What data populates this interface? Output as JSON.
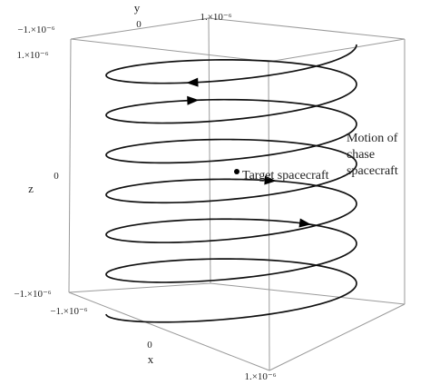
{
  "chart_data": {
    "type": "line",
    "projection": "3d",
    "title": "",
    "axes": {
      "x": {
        "label": "x",
        "ticks": [
          "−1.×10⁻⁶",
          "0",
          "1.×10⁻⁶"
        ],
        "range": [
          -1e-06,
          1e-06
        ]
      },
      "y": {
        "label": "y",
        "ticks": [
          "−1.×10⁻⁶",
          "0",
          "1.×10⁻⁶"
        ],
        "range": [
          -1e-06,
          1e-06
        ]
      },
      "z": {
        "label": "z",
        "ticks": [
          "1.×10⁻⁶",
          "0",
          "−1.×10⁻⁶"
        ],
        "range": [
          -1e-06,
          1e-06
        ]
      }
    },
    "grid": false,
    "box": true,
    "series": [
      {
        "kind": "helix",
        "color": "#111111",
        "turns": 6.5,
        "z_range": [
          -1e-06,
          1e-06
        ],
        "radius_range": [
          1e-06,
          1e-06
        ],
        "arrow_turns": [
          0.3,
          1.7,
          3.8,
          4.85
        ]
      }
    ],
    "points": [
      {
        "x": 0,
        "y": 0,
        "z": 0
      }
    ],
    "annotations": [
      {
        "text": "Target spacecraft"
      },
      {
        "lines": [
          "Motion of",
          "chase",
          "spacecraft"
        ]
      }
    ]
  }
}
